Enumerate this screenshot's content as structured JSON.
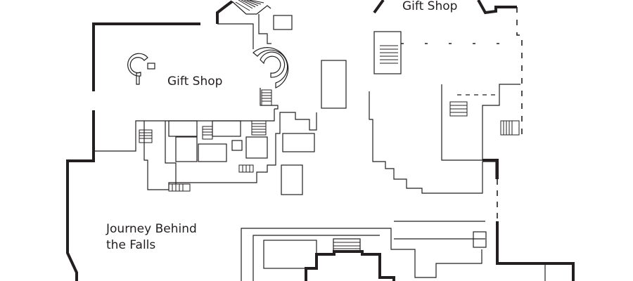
{
  "labels": {
    "gift_shop_center": "Gift Shop",
    "gift_shop_top": "Gift Shop",
    "journey_line1": "Journey Behind",
    "journey_line2": "the Falls"
  },
  "colors": {
    "background": "#ffffff",
    "ink": "#231f20"
  }
}
